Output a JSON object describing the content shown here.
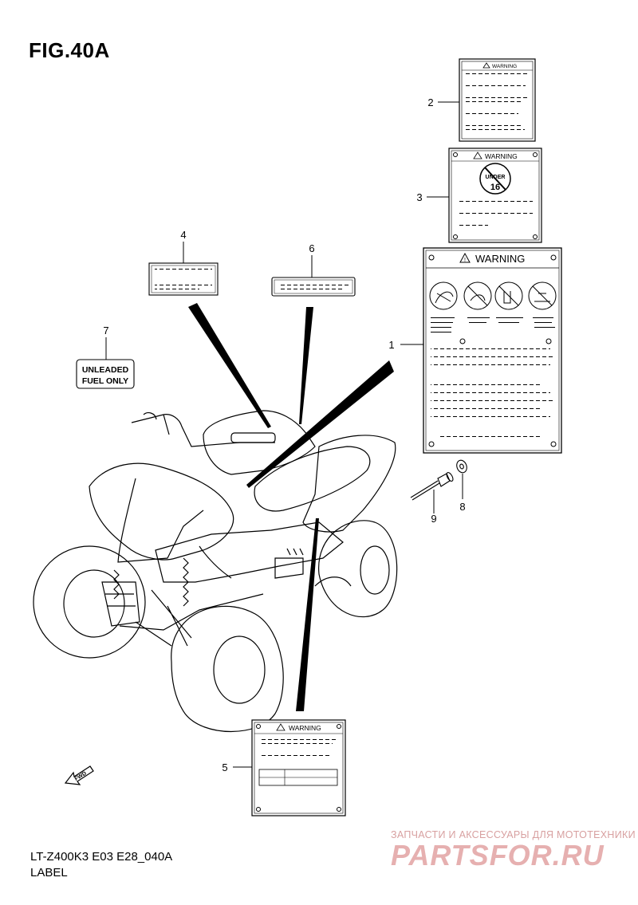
{
  "figure": {
    "title": "FIG.40A",
    "model_code": "LT-Z400K3 E03 E28_040A",
    "section_name": "LABEL"
  },
  "callouts": [
    "1",
    "2",
    "3",
    "4",
    "5",
    "6",
    "7",
    "8",
    "9"
  ],
  "labels": {
    "warning_text": "WARNING",
    "under_text": "UNDER",
    "age_text": "16",
    "fuel_line1": "UNLEADED",
    "fuel_line2": "FUEL ONLY",
    "fwd_text": "FWD"
  },
  "watermark": {
    "subtitle": "ЗАПЧАСТИ И АКСЕССУАРЫ ДЛЯ МОТОТЕХНИКИ",
    "brand": "PARTSFOR.RU"
  }
}
